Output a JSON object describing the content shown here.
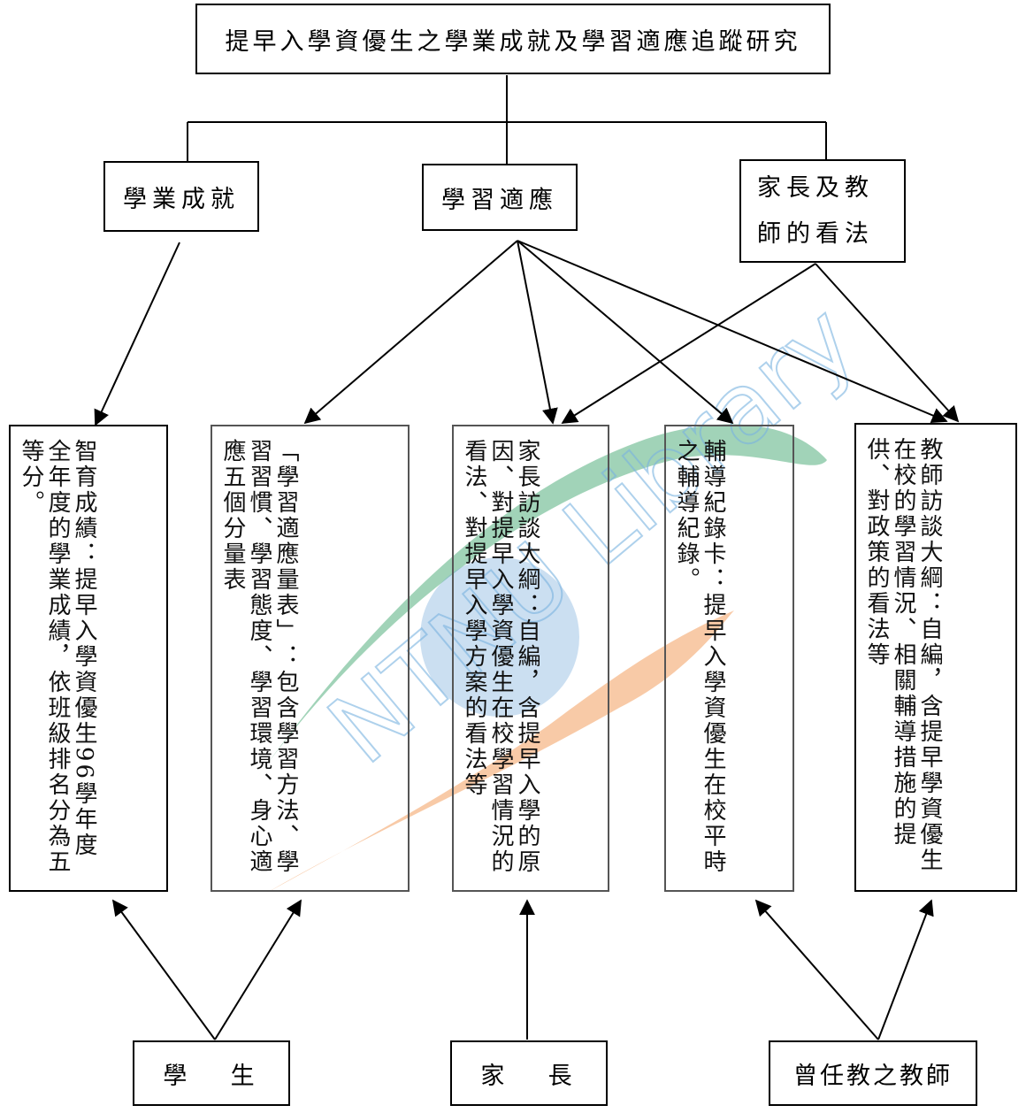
{
  "title": "提早入學資優生之學業成就及學習適應追蹤研究",
  "categories": {
    "achievement": "學業成就",
    "adaptation": "學習適應",
    "views": "家長及教師的看法"
  },
  "instruments": [
    "智育成績：提早入學資優生96學年度全年度的學業成績，依班級排名分為五等分。",
    "「學習適應量表」：包含學習方法、學習習慣、學習態度、學習環境、身心適應五個分量表",
    "家長訪談大綱：自編，含提早入學的原因、對提早入學資優生在校學習情況的看法、對提早入學方案的看法等",
    "輔導紀錄卡：提早入學資優生在校平時之輔導紀錄。",
    "教師訪談大綱：自編，含提早學資優生在校的學習情況、相關輔導措施的提供、對政策的看法等"
  ],
  "sources": {
    "student_a": "學",
    "student_b": "生",
    "parent_a": "家",
    "parent_b": "長",
    "teacher": "曾任教之教師"
  },
  "watermark": "NTNU Library"
}
